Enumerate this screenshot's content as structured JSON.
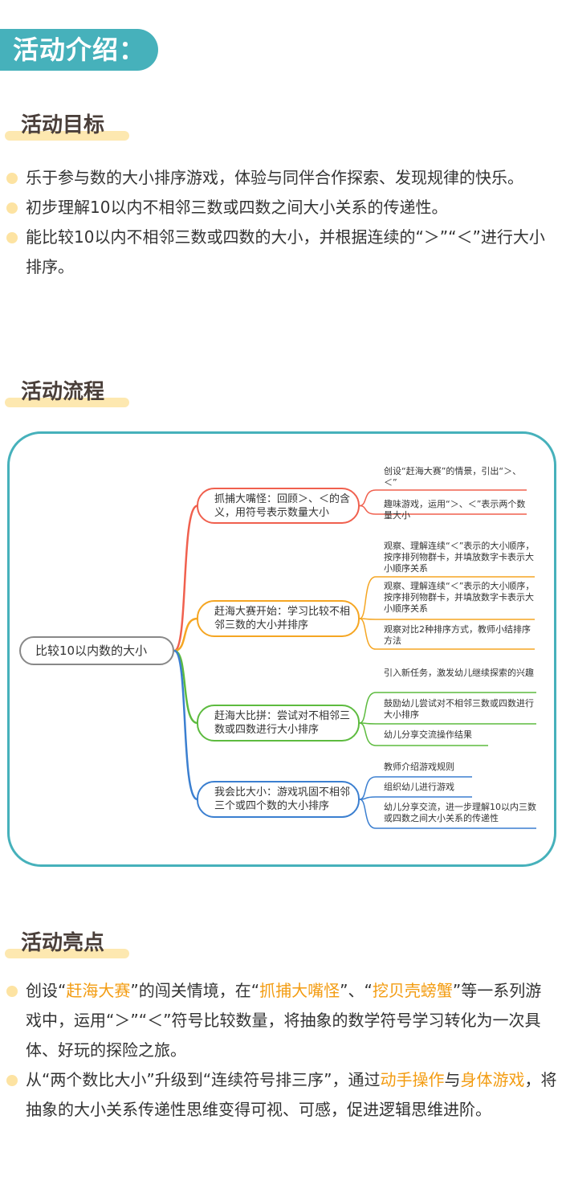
{
  "banner": "活动介绍：",
  "goals": {
    "title": "活动目标",
    "items": [
      "乐于参与数的大小排序游戏，体验与同伴合作探索、发现规律的快乐。",
      "初步理解10以内不相邻三数或四数之间大小关系的传递性。",
      "能比较10以内不相邻三数或四数的大小，并根据连续的“＞”“＜”进行大小排序。"
    ]
  },
  "flow": {
    "title": "活动流程",
    "root": "比较10以内数的大小",
    "branches": [
      {
        "label": "抓捕大嘴怪：回顾＞、＜的含义，用符号表示数量大小",
        "color": "#f0604e",
        "leaves": [
          "创设“赶海大赛”的情景，引出“＞、＜”",
          "趣味游戏，运用“＞、＜”表示两个数量大小"
        ]
      },
      {
        "label": "赶海大赛开始：学习比较不相邻三数的大小并排序",
        "color": "#f5a623",
        "leaves": [
          "观察、理解连续“＜”表示的大小顺序，按序排列物群卡，并填放数字卡表示大小顺序关系",
          "观察、理解连续“＜”表示的大小顺序，按序排列物群卡，并填放数字卡表示大小顺序关系",
          "观察对比2种排序方式，教师小结排序方法"
        ]
      },
      {
        "label": "赶海大比拼：尝试对不相邻三数或四数进行大小排序",
        "color": "#5dbb3f",
        "leaves": [
          "引入新任务，激发幼儿继续探索的兴趣",
          "鼓励幼儿尝试对不相邻三数或四数进行大小排序",
          "幼儿分享交流操作结果"
        ]
      },
      {
        "label": "我会比大小：游戏巩固不相邻三个或四个数的大小排序",
        "color": "#3b7fd0",
        "leaves": [
          "教师介绍游戏规则",
          "组织幼儿进行游戏",
          "幼儿分享交流，进一步理解10以内三数或四数之间大小关系的传递性"
        ]
      }
    ]
  },
  "highlights": {
    "title": "活动亮点",
    "items": [
      [
        {
          "t": "创设“"
        },
        {
          "t": "赶海大赛",
          "h": 1
        },
        {
          "t": "”的闯关情境，在“"
        },
        {
          "t": "抓捕大嘴怪",
          "h": 1
        },
        {
          "t": "”、“"
        },
        {
          "t": "挖贝壳螃蟹",
          "h": 1
        },
        {
          "t": "”等一系列游戏中，运用“＞”“＜”符号比较数量，将抽象的数学符号学习转化为一次具体、好玩的探险之旅。"
        }
      ],
      [
        {
          "t": "从“两个数比大小”升级到“连续符号排三序”，通过"
        },
        {
          "t": "动手操作",
          "h": 1
        },
        {
          "t": "与"
        },
        {
          "t": "身体游戏",
          "h": 1
        },
        {
          "t": "，将抽象的大小关系传递性思维变得可视、可感，促进逻辑思维进阶。"
        }
      ]
    ]
  }
}
